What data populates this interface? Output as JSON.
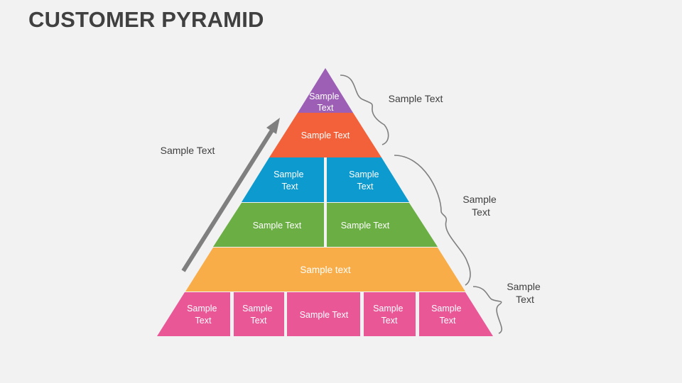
{
  "title": "CUSTOMER PYRAMID",
  "colors": {
    "background": "#f2f2f2",
    "title": "#404040",
    "tier_1": "#9c5fb5",
    "tier_2": "#f26139",
    "tier_3": "#0d9acf",
    "tier_4": "#6bae44",
    "tier_5": "#f9ad48",
    "tier_6": "#ea5797",
    "arrow": "#7f7f7f",
    "brace": "#7f7f7f",
    "side_text": "#404040"
  },
  "pyramid": {
    "tier_1": {
      "label": [
        "Sample",
        "Text"
      ]
    },
    "tier_2": {
      "label": "Sample Text"
    },
    "tier_3": {
      "left": {
        "label": [
          "Sample",
          "Text"
        ]
      },
      "right": {
        "label": [
          "Sample",
          "Text"
        ]
      }
    },
    "tier_4": {
      "left": {
        "label": "Sample Text"
      },
      "right": {
        "label": "Sample Text"
      }
    },
    "tier_5": {
      "label": "Sample text"
    },
    "tier_6": {
      "cells": [
        {
          "label": [
            "Sample",
            "Text"
          ]
        },
        {
          "label": [
            "Sample",
            "Text"
          ]
        },
        {
          "label": "Sample Text"
        },
        {
          "label": [
            "Sample",
            "Text"
          ]
        },
        {
          "label": [
            "Sample",
            "Text"
          ]
        }
      ]
    }
  },
  "arrow": {
    "label": "Sample Text",
    "icon": "arrow-up-right-icon"
  },
  "braces": {
    "top": {
      "label": "Sample Text",
      "icon": "curly-brace-icon"
    },
    "middle": {
      "label": [
        "Sample",
        "Text"
      ],
      "icon": "curly-brace-icon"
    },
    "bottom": {
      "label": [
        "Sample",
        "Text"
      ],
      "icon": "curly-brace-icon"
    }
  }
}
